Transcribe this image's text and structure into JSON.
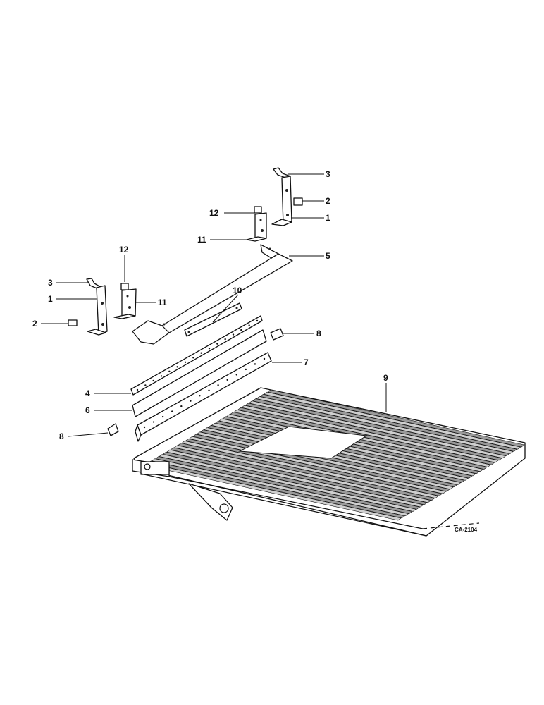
{
  "diagram": {
    "figure_code": "CA-2104",
    "callouts": [
      {
        "id": "c3a",
        "label": "3"
      },
      {
        "id": "c2a",
        "label": "2"
      },
      {
        "id": "c1a",
        "label": "1"
      },
      {
        "id": "c12a",
        "label": "12"
      },
      {
        "id": "c11a",
        "label": "11"
      },
      {
        "id": "c5",
        "label": "5"
      },
      {
        "id": "c12b",
        "label": "12"
      },
      {
        "id": "c3b",
        "label": "3"
      },
      {
        "id": "c1b",
        "label": "1"
      },
      {
        "id": "c11b",
        "label": "11"
      },
      {
        "id": "c2b",
        "label": "2"
      },
      {
        "id": "c10",
        "label": "10"
      },
      {
        "id": "c8a",
        "label": "8"
      },
      {
        "id": "c7",
        "label": "7"
      },
      {
        "id": "c9",
        "label": "9"
      },
      {
        "id": "c4",
        "label": "4"
      },
      {
        "id": "c6",
        "label": "6"
      },
      {
        "id": "c8b",
        "label": "8"
      }
    ]
  }
}
